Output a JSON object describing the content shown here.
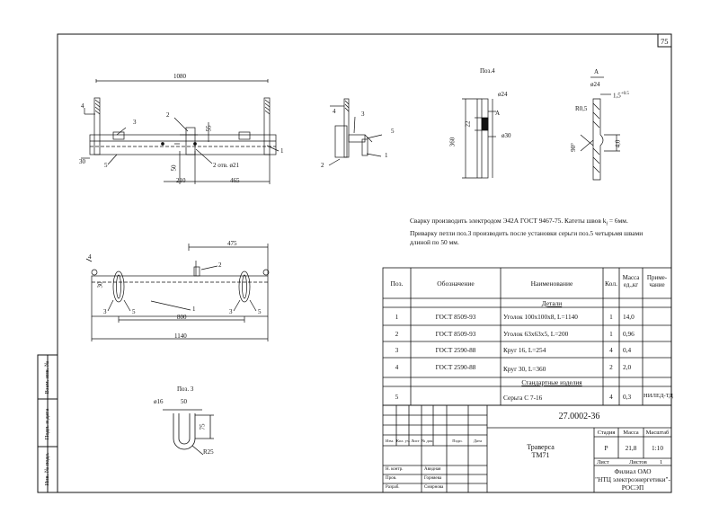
{
  "page_number": "75",
  "views": {
    "front": {
      "dim_top": "1080",
      "dim_55": "55",
      "dim_50": "50",
      "dim_30": "30",
      "dim_210": "210",
      "dim_465": "465",
      "holes": "2 отв. ø21",
      "pos": [
        "1",
        "2",
        "3",
        "4",
        "5"
      ]
    },
    "side": {
      "pos": [
        "1",
        "2",
        "3",
        "4",
        "5"
      ]
    },
    "pos4": {
      "title": "Поз.4",
      "d24": "ø24",
      "d30": "ø30",
      "dim_360": "360",
      "dim_22": "22",
      "section": "A"
    },
    "section_a": {
      "title": "A",
      "d24": "ø24",
      "r": "R0,5",
      "chamfer": "1,5",
      "chamfer_sup": "+0.5",
      "angle": "90°",
      "dim_40": "4,0"
    },
    "plan": {
      "dim_475": "475",
      "dim_800": "800",
      "dim_1140": "1140",
      "dim_30": "30",
      "pos": [
        "1",
        "2",
        "3",
        "4",
        "5"
      ]
    },
    "pos3": {
      "title": "Поз. 3",
      "d16": "ø16",
      "dim_50": "50",
      "dim_75": "75",
      "r25": "R25"
    }
  },
  "notes": [
    "Сварку производить электродом Э42А ГОСТ 9467-75.  Катеты швов k",
    "f",
    " = 6мм.",
    "Приварку петли поз.3 производить после установки серьги поз.5 четырьмя швами",
    "длиной по 50 мм."
  ],
  "spec": {
    "headers": {
      "pos": "Поз.",
      "designation": "Обозначение",
      "name": "Наименование",
      "qty": "Кол.",
      "mass_1": "Масса",
      "mass_2": "ед.,кг",
      "remark_1": "Приме-",
      "remark_2": "чание"
    },
    "section_details": "Детали",
    "section_standard": "Стандартные изделия",
    "rows": [
      {
        "pos": "1",
        "designation": "ГОСТ 8509-93",
        "name": "Уголок 100х100х8, L=1140",
        "qty": "1",
        "mass": "14,0",
        "remark": ""
      },
      {
        "pos": "2",
        "designation": "ГОСТ 8509-93",
        "name": "Уголок 63х63х5, L=200",
        "qty": "1",
        "mass": "0,96",
        "remark": ""
      },
      {
        "pos": "3",
        "designation": "ГОСТ 2590-88",
        "name": "Круг 16, L=254",
        "qty": "4",
        "mass": "0,4",
        "remark": ""
      },
      {
        "pos": "4",
        "designation": "ГОСТ 2590-88",
        "name": "Круг 30, L=360",
        "qty": "2",
        "mass": "2,0",
        "remark": ""
      }
    ],
    "std_row": {
      "pos": "5",
      "designation": "",
      "name": "Серьга С 7-16",
      "qty": "4",
      "mass": "0,3",
      "remark": "НИЛЕД-ТД"
    }
  },
  "title_block": {
    "code": "27.0002-36",
    "title_line1": "Траверса",
    "title_line2": "ТМ71",
    "col_heads": [
      "Изм.",
      "Кол. уч.",
      "Лист",
      "№ док.",
      "Подп.",
      "Дата"
    ],
    "roles": [
      "Н. контр.",
      "Пров.",
      "Разраб."
    ],
    "names": [
      "Авидная",
      "Горняева",
      "Смирнова"
    ],
    "stage_label": "Стадия",
    "mass_label": "Масса",
    "scale_label": "Масштаб",
    "stage": "Р",
    "mass": "21,8",
    "scale": "1:10",
    "sheet_label": "Лист",
    "sheets_label": "Листов",
    "sheets": "1",
    "org_1": "Филиал ОАО",
    "org_2": "\"НТЦ электроэнергетики\"-",
    "org_3": "РОСЭП"
  },
  "left_strip": [
    "Взам. инв. №",
    "Подп. и дата",
    "Инв. № подл."
  ]
}
